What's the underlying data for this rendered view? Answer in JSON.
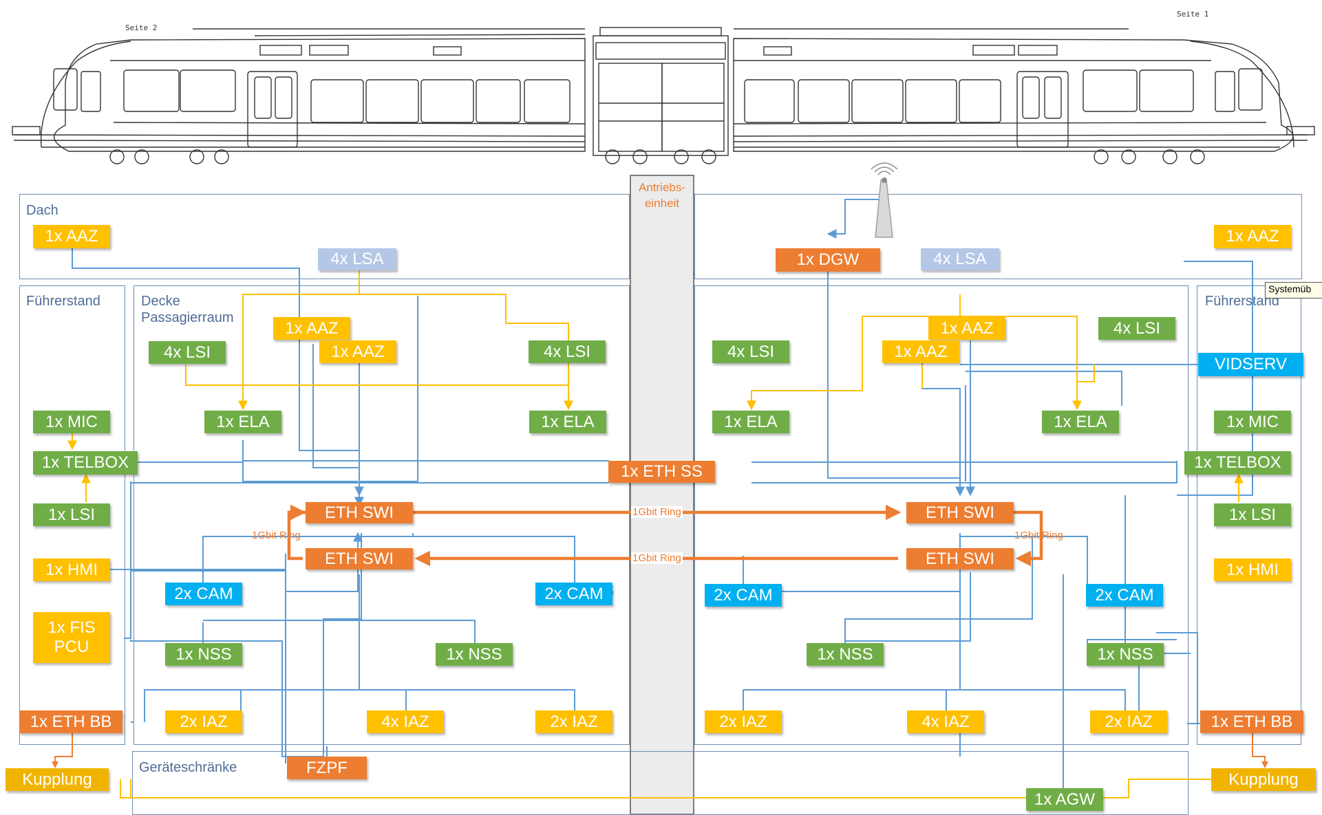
{
  "train": {
    "side_left": "Seite 2",
    "side_right": "Seite 1"
  },
  "zones": {
    "dach": "Dach",
    "fuehrerstand_left": "Führerstand",
    "decke": "Decke\nPassagierraum",
    "fuehrerstand_right": "Führerstand",
    "geraeteschraenke": "Geräteschränke",
    "antrieb": "Antriebs-\neinheit"
  },
  "tooltip": "Systemüb",
  "links": {
    "ring": "1Gbit Ring"
  },
  "nodes": {
    "aaz_roof_left": "1x AAZ",
    "lsa_left": "4x LSA",
    "dgw": "1x DGW",
    "lsa_right": "4x LSA",
    "aaz_roof_right": "1x AAZ",
    "aaz_ceil_l1": "1x AAZ",
    "aaz_ceil_l2": "1x AAZ",
    "aaz_ceil_r1": "1x AAZ",
    "aaz_ceil_r2": "1x AAZ",
    "lsi_l1": "4x LSI",
    "lsi_l2": "4x LSI",
    "lsi_r1": "4x LSI",
    "lsi_r2": "4x LSI",
    "vidserv": "VIDSERV",
    "ela_l1": "1x ELA",
    "ela_l2": "1x ELA",
    "ela_r1": "1x ELA",
    "ela_r2": "1x ELA",
    "mic_left": "1x MIC",
    "mic_right": "1x MIC",
    "telbox_left": "1x TELBOX",
    "telbox_right": "1x TELBOX",
    "eth_ss": "1x ETH SS",
    "lsi_cab_left": "1x LSI",
    "lsi_cab_right": "1x LSI",
    "ethswi_l_top": "ETH SWI",
    "ethswi_l_bot": "ETH SWI",
    "ethswi_r_top": "ETH SWI",
    "ethswi_r_bot": "ETH SWI",
    "hmi_left": "1x HMI",
    "hmi_right": "1x HMI",
    "cam_l1": "2x CAM",
    "cam_l2": "2x CAM",
    "cam_r1": "2x CAM",
    "cam_r2": "2x CAM",
    "fis_pcu_1": "1x FIS",
    "fis_pcu_2": "PCU",
    "nss_l1": "1x NSS",
    "nss_l2": "1x NSS",
    "nss_r1": "1x NSS",
    "nss_r2": "1x NSS",
    "ethbb_left": "1x ETH BB",
    "ethbb_right": "1x ETH BB",
    "iaz_l1": "2x IAZ",
    "iaz_l2": "4x IAZ",
    "iaz_l3": "2x IAZ",
    "iaz_r1": "2x IAZ",
    "iaz_r2": "4x IAZ",
    "iaz_r3": "2x IAZ",
    "fzpf": "FZPF",
    "kupplung_left": "Kupplung",
    "kupplung_right": "Kupplung",
    "agw": "1x AGW"
  },
  "colors": {
    "yellow": "#ffc000",
    "green": "#70ad47",
    "orange": "#ed7d31",
    "blue": "#00b0f0",
    "light_blue": "#b4c7e7",
    "wire_blue": "#5b9bd5",
    "wire_yellow": "#ffc000",
    "zone_border": "#6c8cb5"
  }
}
